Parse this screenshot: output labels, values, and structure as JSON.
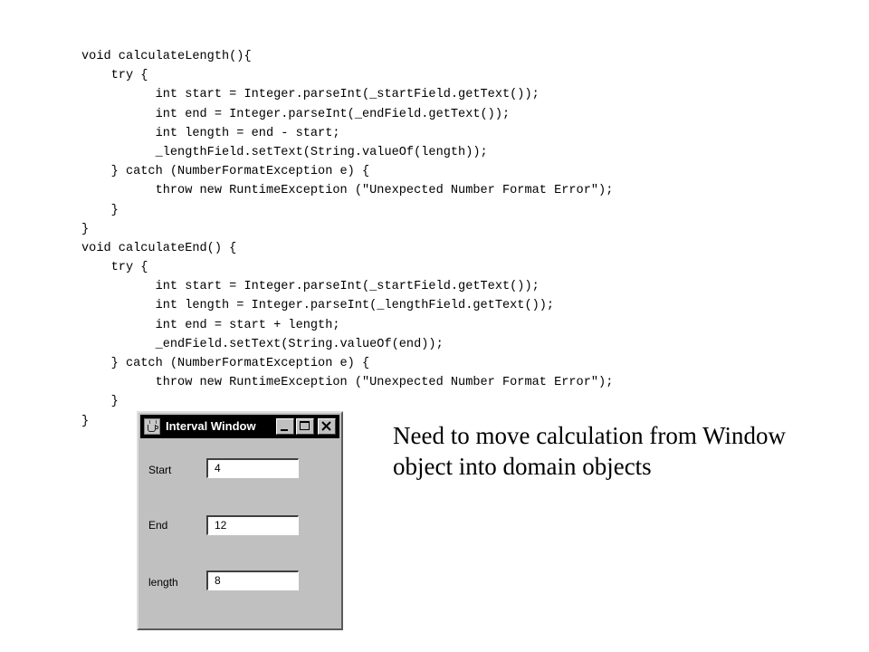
{
  "code": {
    "lines": [
      "void calculateLength(){",
      "    try {",
      "          int start = Integer.parseInt(_startField.getText());",
      "          int end = Integer.parseInt(_endField.getText());",
      "          int length = end - start;",
      "          _lengthField.setText(String.valueOf(length));",
      "    } catch (NumberFormatException e) {",
      "          throw new RuntimeException (\"Unexpected Number Format Error\");",
      "    }",
      "}",
      "void calculateEnd() {",
      "    try {",
      "          int start = Integer.parseInt(_startField.getText());",
      "          int length = Integer.parseInt(_lengthField.getText());",
      "          int end = start + length;",
      "          _endField.setText(String.valueOf(end));",
      "    } catch (NumberFormatException e) {",
      "          throw new RuntimeException (\"Unexpected Number Format Error\");",
      "    }",
      "}"
    ]
  },
  "interval_window": {
    "title": "Interval Window",
    "app_icon": "java-cup-icon",
    "buttons": {
      "minimize_icon": "minimize-icon",
      "maximize_icon": "maximize-icon",
      "close_icon": "close-icon"
    },
    "fields": {
      "start": {
        "label": "Start",
        "value": "4"
      },
      "end": {
        "label": "End",
        "value": "12"
      },
      "length": {
        "label": "length",
        "value": "8"
      }
    },
    "colors": {
      "titlebar": "#000000",
      "window_bg": "#c0c0c0",
      "field_bg": "#ffffff"
    }
  },
  "caption": {
    "text": "Need to move calculation from Window object into domain objects"
  }
}
